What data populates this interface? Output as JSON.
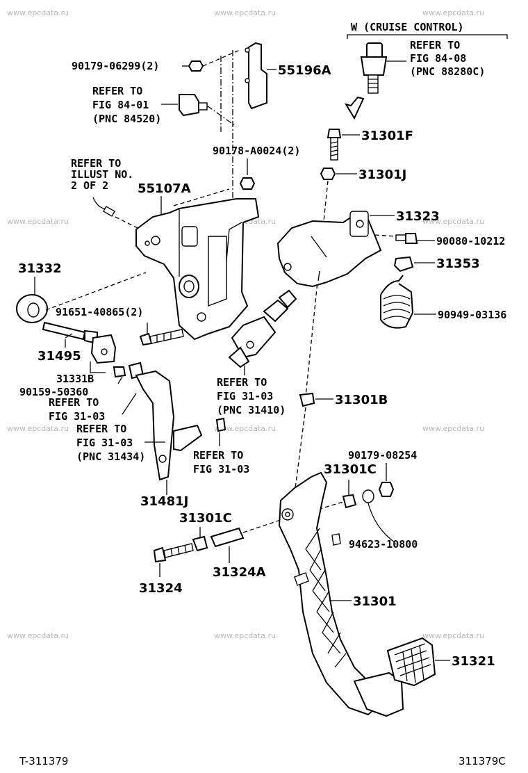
{
  "watermark": "www.epcdata.ru",
  "cruise_control": {
    "header": "W (CRUISE CONTROL)",
    "refer_line1": "REFER TO",
    "refer_line2": "FIG 84-08",
    "refer_line3": "(PNC 88280C)"
  },
  "callouts": {
    "p90179_06299": "90179-06299(2)",
    "p55196A": "55196A",
    "p31301F": "31301F",
    "p90178_A0024": "90178-A0024(2)",
    "p31301J": "31301J",
    "p55107A": "55107A",
    "p31323": "31323",
    "p90080_10212": "90080-10212",
    "p31353": "31353",
    "p31332": "31332",
    "p90949_03136": "90949-03136",
    "p91651_40865": "91651-40865(2)",
    "p31495": "31495",
    "p31331B": "31331B",
    "p90159_50360": "90159-50360",
    "p31301B": "31301B",
    "p31481J": "31481J",
    "p90179_08254": "90179-08254",
    "p31301C_top": "31301C",
    "p31301C_left": "31301C",
    "p94623_10800": "94623-10800",
    "p31324": "31324",
    "p31324A": "31324A",
    "p31301": "31301",
    "p31321": "31321"
  },
  "refs": {
    "fig8401": {
      "l1": "REFER TO",
      "l2": "FIG 84-01",
      "l3": "(PNC 84520)"
    },
    "illust": {
      "l1": "REFER TO",
      "l2": "ILLUST NO.",
      "l3": "2 OF 2"
    },
    "fig3103_a": {
      "l1": "REFER TO",
      "l2": "FIG 31-03",
      "l3": "(PNC 31410)"
    },
    "fig3103_b": {
      "l1": "REFER TO",
      "l2": "FIG 31-03"
    },
    "fig3103_c": {
      "l1": "REFER TO",
      "l2": "FIG 31-03",
      "l3": "(PNC 31434)"
    },
    "fig3103_d": {
      "l1": "REFER TO",
      "l2": "FIG 31-03"
    }
  },
  "footer": {
    "left_code": "T-311379",
    "right_code": "311379C"
  }
}
